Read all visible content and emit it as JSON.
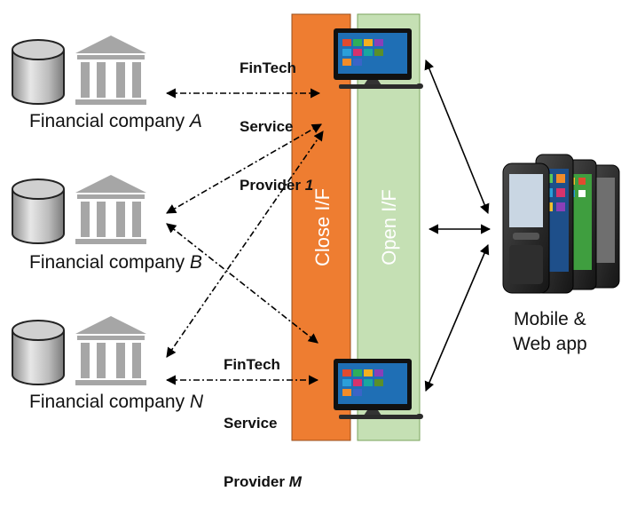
{
  "interfaces": {
    "close_label": "Close I/F",
    "close_color": "#ee7d31",
    "open_label": "Open I/F",
    "open_color": "#c5e0b4"
  },
  "companies": [
    {
      "prefix": "Financial company ",
      "letter": "A"
    },
    {
      "prefix": "Financial company ",
      "letter": "B"
    },
    {
      "prefix": "Financial company ",
      "letter": "N"
    }
  ],
  "providers": [
    {
      "line1": "FinTech",
      "line2": "Service",
      "line3": "Provider ",
      "letter": "1"
    },
    {
      "line1": "FinTech",
      "line2": "Service",
      "line3": "Provider ",
      "letter": "M"
    }
  ],
  "mobile": {
    "line1": "Mobile &",
    "line2": "Web app"
  },
  "icons": [
    "database-icon",
    "bank-icon",
    "desktop-computer-icon",
    "smartphones-icon"
  ],
  "colors": {
    "line": "#000000",
    "icon_gray": "#a6a6a6",
    "screen_blue": "#1f6fb5"
  }
}
